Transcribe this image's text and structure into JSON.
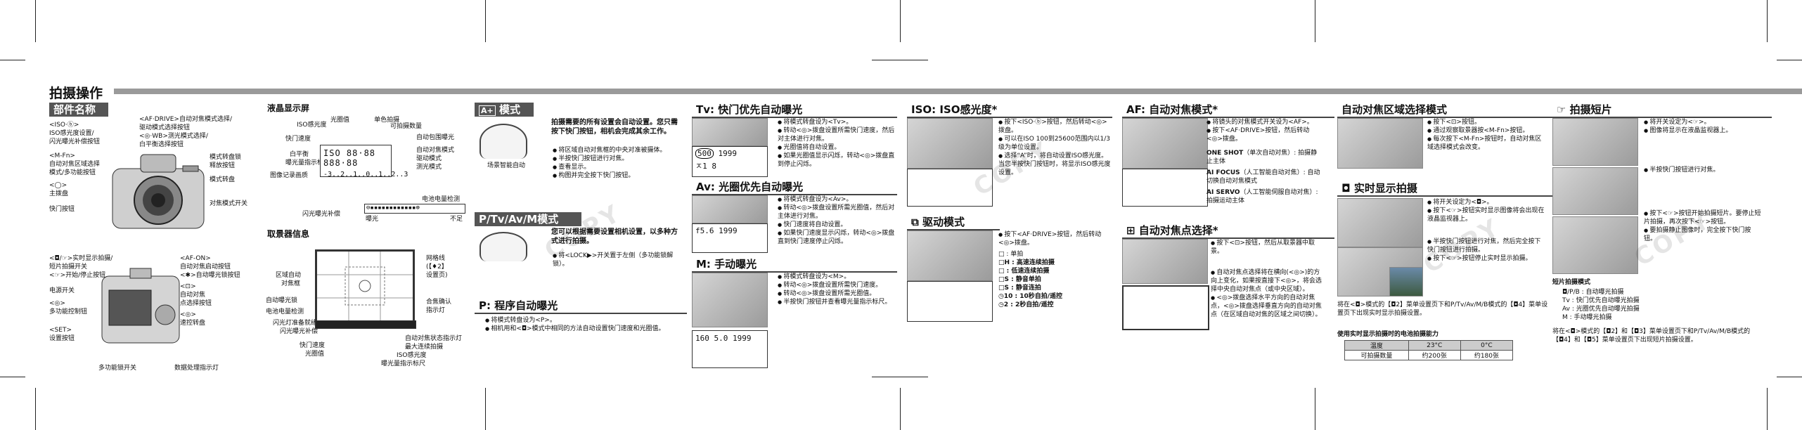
{
  "page": {
    "title": "拍摄操作"
  },
  "parts": {
    "head": "部件名称",
    "left_labels": [
      "<ISO·ⓑ>",
      "ISO感光度设置/",
      "闪光曝光补偿按钮",
      "<M-Fn>",
      "自动对焦区域选择",
      "模式/多功能按钮",
      "<◯>",
      "主拨盘",
      "快门按钮"
    ],
    "top_labels": [
      "<AF·DRIVE>自动对焦模式选择/",
      "驱动模式选择按钮",
      "<◎·WB>测光模式选择/",
      "白平衡选择按钮"
    ],
    "right_labels": [
      "模式转盘锁",
      "释放按钮",
      "模式转盘",
      "对焦模式开关"
    ],
    "rear_left": [
      "<◘/☞>实时显示拍摄/",
      "短片拍摄开关",
      "<☞>开始/停止按钮",
      "电源开关",
      "<◎>",
      "多功能控制钮",
      "<SET>",
      "设置按钮"
    ],
    "rear_right": [
      "<AF-ON>",
      "自动对焦启动按钮",
      "<✱>自动曝光锁按钮",
      "<⊡>",
      "自动对焦",
      "点选择按钮",
      "<◎>",
      "速控转盘"
    ],
    "rear_bottom": [
      "多功能锁开关",
      "数据处理指示灯"
    ]
  },
  "lcd": {
    "head": "液晶显示屏",
    "labels_top": [
      "光圈值",
      "单色拍摄",
      "可拍摄数量"
    ],
    "labels_left": [
      "ISO感光度",
      "快门速度",
      "白平衡",
      "曝光量指示标尺",
      "图像记录画质",
      "闪光曝光补偿"
    ],
    "labels_right": [
      "自动包围曝光",
      "自动对焦模式",
      "驱动模式",
      "测光模式",
      "电池电量检测"
    ],
    "bottom": [
      "曝光",
      "不足"
    ]
  },
  "viewfinder": {
    "head": "取景器信息",
    "labels_left": [
      "区域自动",
      "对焦框",
      "自动曝光锁",
      "电池电量检测",
      "闪光灯准备就绪",
      "闪光曝光补偿",
      "快门速度",
      "光圈值"
    ],
    "labels_right": [
      "网格线",
      "(【♦2】",
      "设置页)",
      "合焦确认",
      "指示灯",
      "自动对焦状态指示灯",
      "最大连续拍摄",
      "ISO感光度",
      "曝光量指示标尺"
    ]
  },
  "auto": {
    "head": "模式",
    "head_icon": "A+",
    "dial_label": "场景智能自动",
    "intro": "拍摄需要的所有设置会自动设置。您只需按下快门按钮，相机会完成其余工作。",
    "items": [
      "将区域自动对焦框的中央对准被摄体。",
      "半按快门按钮进行对焦。",
      "查看显示。",
      "构图并完全按下快门按钮。"
    ]
  },
  "ptvavm": {
    "head": "P/Tv/Av/M模式",
    "intro": "您可以根据需要设置相机设置，以多种方式进行拍摄。",
    "items": [
      "将<LOCK▶>开关置于左侧（多功能锁解锁）。"
    ]
  },
  "pmode": {
    "head": "P: 程序自动曝光",
    "items": [
      "将模式转盘设为<P>。",
      "相机用和<◘>模式中相同的方法自动设置快门速度和光圈值。"
    ]
  },
  "tv": {
    "head": "Tv: 快门优先自动曝光",
    "items": [
      "将模式转盘设为<Tv>。",
      "转动<◎>拨盘设置所需快门速度，然后对主体进行对焦。",
      "光圈值将自动设置。",
      "如果光圈值显示闪烁，转动<◎>拨盘直到停止闪烁。"
    ],
    "lcd_value": "500",
    "lcd_count": "1999",
    "lcd_sub": "ㅈ1",
    "lcd_sub2": "8"
  },
  "av": {
    "head": "Av: 光圈优先自动曝光",
    "items": [
      "将模式转盘设为<Av>。",
      "转动<◎>拨盘设置所需光圈值，然后对主体进行对焦。",
      "快门速度将自动设置。",
      "如果快门速度显示闪烁，转动<◎>拨盘直到快门速度停止闪烁。"
    ],
    "lcd_value": "f5.6",
    "lcd_count": "1999"
  },
  "m": {
    "head": "M: 手动曝光",
    "items": [
      "将模式转盘设为<M>。",
      "转动<◎>拨盘设置所需快门速度。",
      "转动<◎>拨盘设置所需光圈值。",
      "半按快门按钮并查看曝光量指示标尺。"
    ],
    "lcd_value": "160 5.0",
    "lcd_count": "1999"
  },
  "iso": {
    "head": "ISO: ISO感光度*",
    "items": [
      "按下<ISO·ⓑ>按钮，然后转动<◎>拨盘。",
      "可以在ISO 100到25600范围内以1/3级为单位设置。",
      "选择“A”时，将自动设置ISO感光度。当您半按快门按钮时，将显示ISO感光度设置。"
    ]
  },
  "drive": {
    "head": "驱动模式",
    "items": [
      "按下<AF·DRIVE>按钮，然后转动<◎>拨盘。"
    ],
    "modes": [
      "□ : 单拍",
      "□H : 高速连续拍摄",
      "□ : 低速连续拍摄",
      "□S : 静音单拍",
      "□S : 静音连拍",
      "◷10 : 10秒自拍/遥控",
      "◷2 : 2秒自拍/遥控"
    ]
  },
  "af": {
    "head": "AF: 自动对焦模式*",
    "items": [
      "将镜头的对焦模式开关设为<AF>。",
      "按下<AF·DRIVE>按钮，然后转动<◎>拨盘。"
    ],
    "modes": [
      {
        "name": "ONE SHOT",
        "desc": "（单次自动对焦）: 拍摄静止主体"
      },
      {
        "name": "AI FOCUS",
        "desc": "（人工智能自动对焦）: 自动切换自动对焦模式"
      },
      {
        "name": "AI SERVO",
        "desc": "（人工智能伺服自动对焦）: 拍摄运动主体"
      }
    ]
  },
  "afpoint": {
    "head": "自动对焦点选择*",
    "items": [
      "按下<⊡>按钮，然后从取景器中取景。",
      "自动对焦点选择将在横向(<◎>)的方向上变化，如果按直接下<◎>，将会选择中央自动对焦点（或中央区域）。",
      "<◎>拨盘选择水平方向的自动对焦点，<◎>拨盘选择垂直方向的自动对焦点（在区域自动对焦的区域之间切换）。"
    ]
  },
  "afarea": {
    "head": "自动对焦区域选择模式",
    "items": [
      "按下<⊡>按钮。",
      "通过观察取景器按<M-Fn>按钮。",
      "每次按下<M-Fn>按钮时，自动对焦区域选择模式会改变。"
    ]
  },
  "liveview": {
    "head": "实时显示拍摄",
    "items": [
      "将开关设定为<◘>。",
      "按下<☞>按钮实时显示图像将会出现在液晶监视器上。",
      "半按快门按钮进行对焦，然后完全按下快门按钮进行拍摄。",
      "按下<☞>按钮停止实时显示拍摄。"
    ]
  },
  "battery": {
    "title": "使用实时显示拍摄时的电池拍摄能力",
    "cols": [
      "温度",
      "23°C",
      "0°C"
    ],
    "row": [
      "可拍摄数量",
      "约200张",
      "约180张"
    ]
  },
  "movie": {
    "head": "拍摄短片",
    "items": [
      "将开关设定为<☞>。",
      "图像将显示在液晶监视器上。",
      "半按快门按钮进行对焦。",
      "按下<☞>按钮开始拍摄短片。要停止短片拍摄，再次按下<☞>按钮。",
      "要拍摄静止图像时，完全按下快门按钮。"
    ],
    "modes_title": "短片拍摄模式",
    "modes": [
      "◘/P/B : 自动曝光拍摄",
      "Tv : 快门优先自动曝光拍摄",
      "Av : 光圈优先自动曝光拍摄",
      "M : 手动曝光拍摄"
    ],
    "note": "将在<◘>模式的【◘2】和【◘3】菜单设置页下和P/Tv/Av/M/B模式的【◘4】和【◘5】菜单设置页下出现短片拍摄设置。",
    "note2": "将在<◘>模式的【◘2】菜单设置页下和P/Tv/Av/M/B模式的【◘4】菜单设置页下出现实时显示拍摄设置。"
  },
  "watermark": "COPY",
  "colors": {
    "bar": "#9a9a9a",
    "dark_head": "#555555"
  }
}
